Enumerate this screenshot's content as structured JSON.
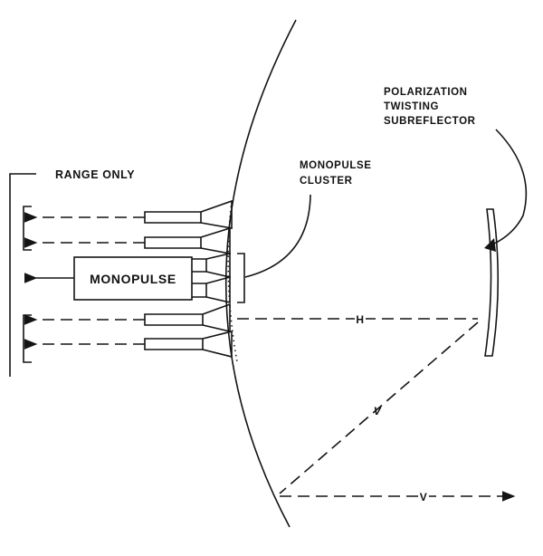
{
  "labels": {
    "range_only": "RANGE ONLY",
    "monopulse_cluster": [
      "MONOPULSE",
      "CLUSTER"
    ],
    "subreflector": [
      "POLARIZATION",
      "TWISTING",
      "SUBREFLECTOR"
    ],
    "monopulse_box": "MONOPULSE",
    "h_path": "H",
    "v_reflected": "V",
    "v_outgoing": "V"
  },
  "colors": {
    "ink": "#141414",
    "background": "#ffffff"
  }
}
